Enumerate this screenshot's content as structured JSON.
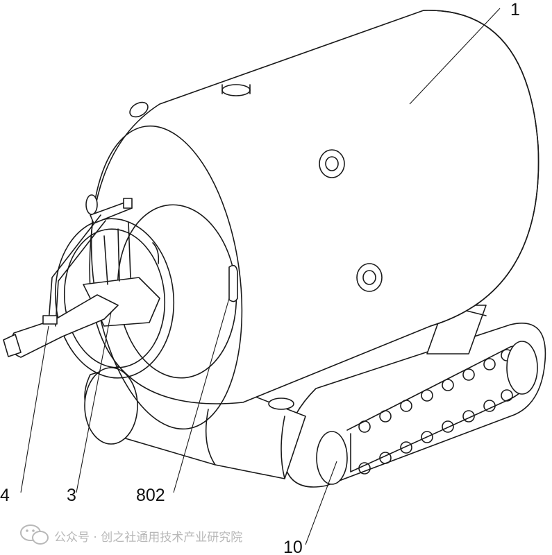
{
  "labels": {
    "tank": "1",
    "nozzle_mount": "3",
    "nozzle_arm": "4",
    "handle": "802",
    "track": "10"
  },
  "watermark": {
    "text": "公众号 · 创之社通用技术产业研究院",
    "icon": "wechat-icon",
    "color": "#b8b8b8"
  }
}
